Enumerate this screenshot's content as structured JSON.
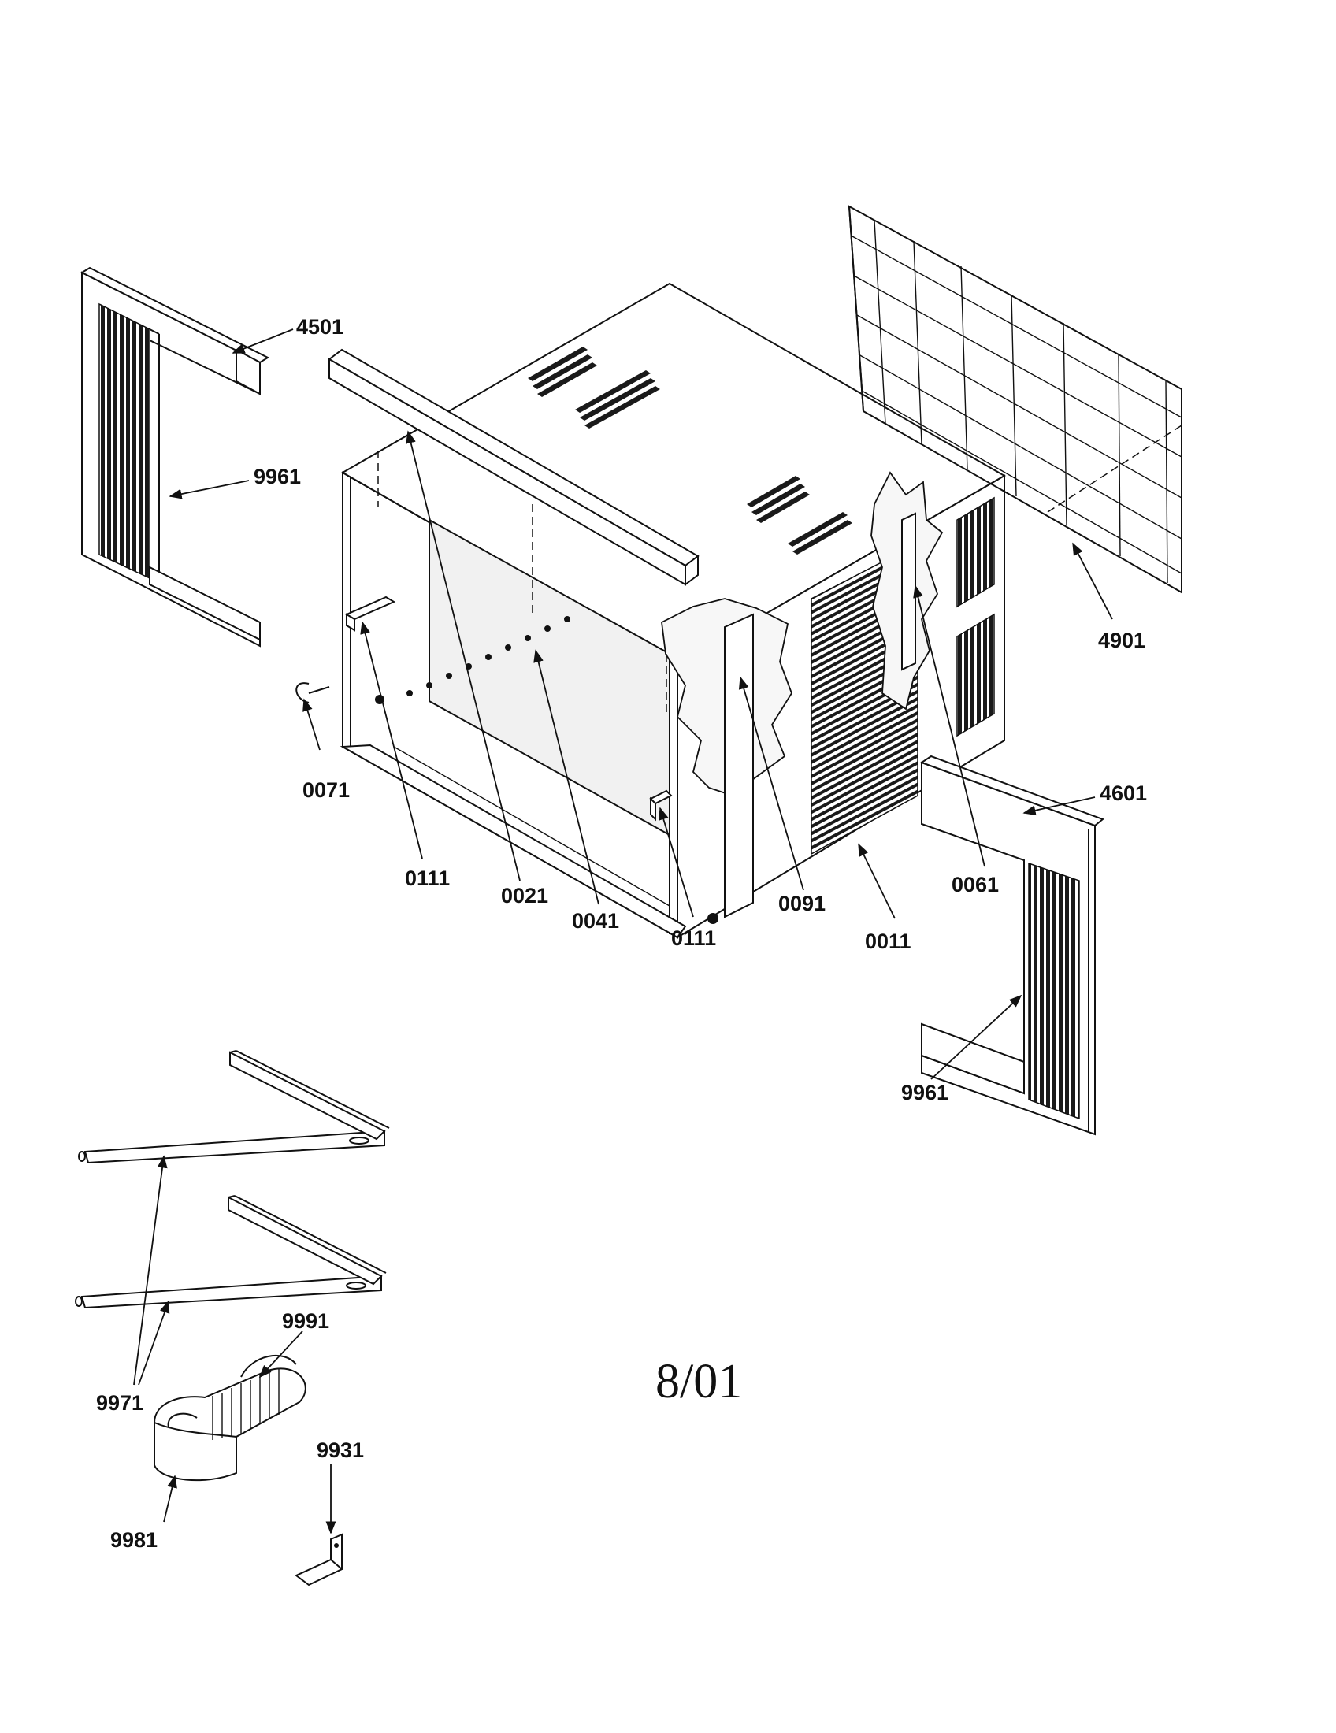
{
  "labels": {
    "p4501": "4501",
    "p9961_left": "9961",
    "p4901": "4901",
    "p0071": "0071",
    "p0111_left": "0111",
    "p0021": "0021",
    "p0041": "0041",
    "p0111_right": "0111",
    "p0091": "0091",
    "p0011": "0011",
    "p0061": "0061",
    "p4601": "4601",
    "p9961_right": "9961",
    "p9991": "9991",
    "p9971": "9971",
    "p9931": "9931",
    "p9981": "9981"
  },
  "date": "8/01",
  "colors": {
    "line": "#111111",
    "background": "#ffffff"
  }
}
